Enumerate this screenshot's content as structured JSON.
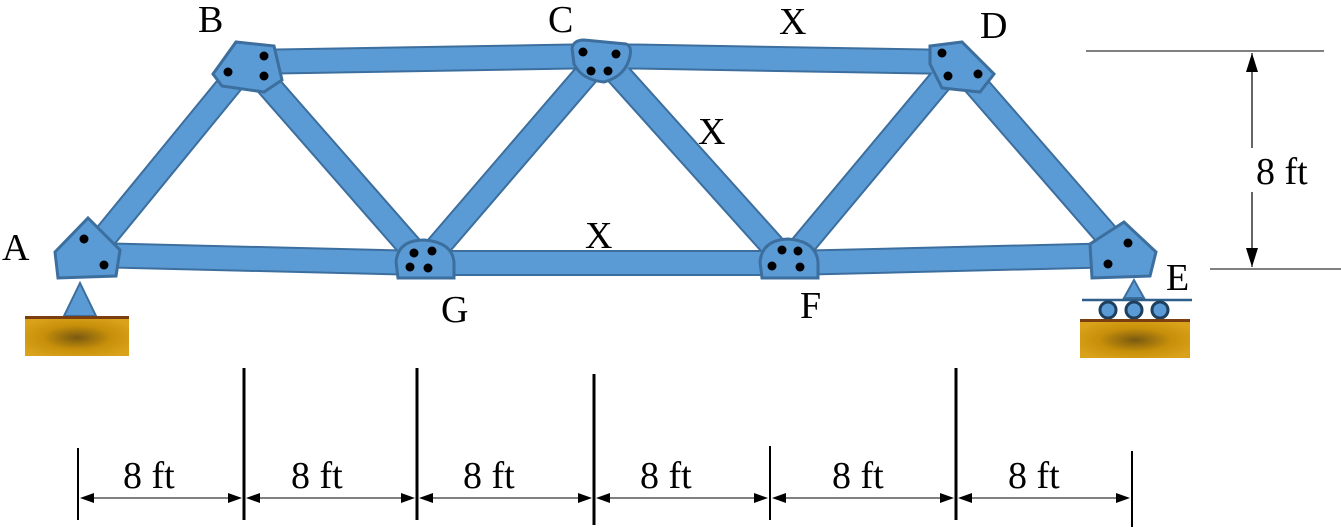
{
  "nodes": {
    "A": {
      "label": "A"
    },
    "B": {
      "label": "B"
    },
    "C": {
      "label": "C"
    },
    "D": {
      "label": "D"
    },
    "E": {
      "label": "E"
    },
    "F": {
      "label": "F"
    },
    "G": {
      "label": "G"
    }
  },
  "members": [
    {
      "id": "AB",
      "from": "A",
      "to": "B"
    },
    {
      "id": "BC",
      "from": "B",
      "to": "C"
    },
    {
      "id": "CD",
      "from": "C",
      "to": "D",
      "marked": true
    },
    {
      "id": "DE",
      "from": "D",
      "to": "E"
    },
    {
      "id": "AG",
      "from": "A",
      "to": "G"
    },
    {
      "id": "GF",
      "from": "G",
      "to": "F",
      "marked": true
    },
    {
      "id": "FE",
      "from": "F",
      "to": "E"
    },
    {
      "id": "BG",
      "from": "B",
      "to": "G"
    },
    {
      "id": "GC",
      "from": "G",
      "to": "C"
    },
    {
      "id": "CF",
      "from": "C",
      "to": "F",
      "marked": true
    },
    {
      "id": "FD",
      "from": "F",
      "to": "D"
    }
  ],
  "marks": {
    "cd": "X",
    "cf": "X",
    "gf": "X"
  },
  "supports": {
    "A": "pin",
    "E": "roller"
  },
  "dimensions": {
    "height": "8 ft",
    "spans": [
      "8 ft",
      "8 ft",
      "8 ft",
      "8 ft",
      "8 ft",
      "8 ft"
    ]
  },
  "colors": {
    "member": "#5b9bd5",
    "member_edge": "#3c6e9e",
    "base": "#c8900a",
    "base_top": "#7a3e10"
  }
}
